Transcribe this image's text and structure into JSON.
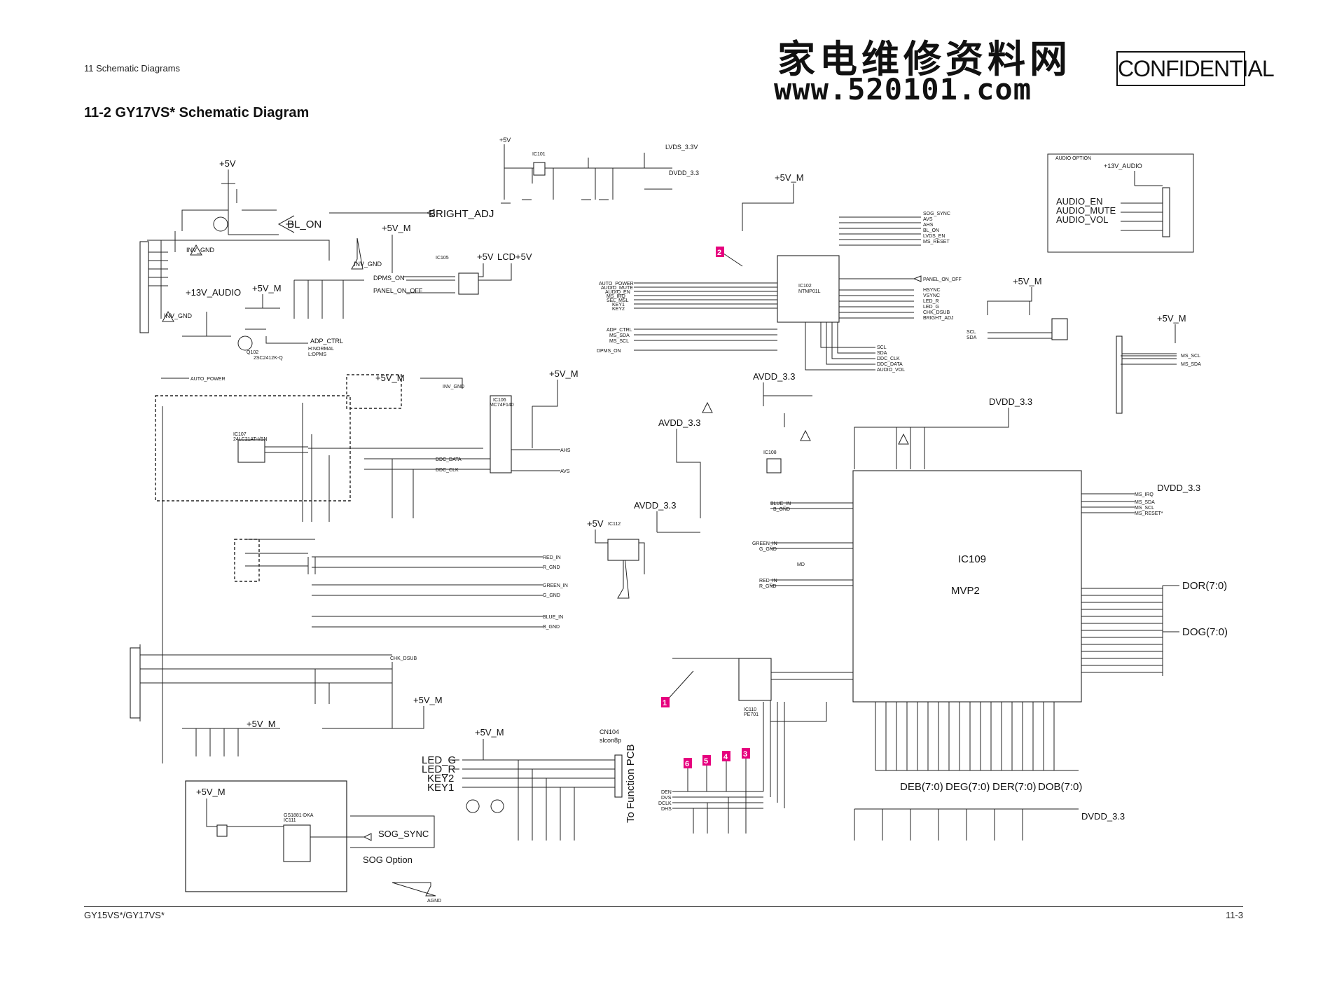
{
  "header": {
    "section": "11 Schematic Diagrams",
    "title": "11-2 GY17VS* Schematic Diagram",
    "watermark_cn": "家电维修资料网",
    "watermark_url": "www.520101.com",
    "confidential": "CONFIDENTIAL"
  },
  "footer": {
    "model": "GY15VS*/GY17VS*",
    "page": "11-3"
  },
  "power_rails": {
    "p5v_a": "+5V",
    "p5v_b": "+5V",
    "p5v_c": "+5V",
    "p5vm_a": "+5V_M",
    "p5vm_b": "+5V_M",
    "p5vm_c": "+5V_M",
    "p5vm_d": "+5V_M",
    "p5vm_e": "+5V_M",
    "p5vm_f": "+5V_M",
    "p5vm_g": "+5V_M",
    "p5vm_h": "+5V_M",
    "p5vm_i": "+5V_M",
    "p5vm_j": "+5V_M",
    "p5vm_k": "+5V_M",
    "p13v_a": "+13V_AUDIO",
    "p13v_b": "+13V_AUDIO",
    "lvds": "LVDS_3.3V",
    "dvdd_a": "DVDD_3.3",
    "dvdd_b": "DVDD_3.3",
    "dvdd_c": "DVDD_3.3",
    "dvdd_d": "DVDD_3.3",
    "avdd_a": "AVDD_3.3",
    "avdd_b": "AVDD_3.3",
    "avdd_c": "AVDD_3.3",
    "lcd5v": "LCD+5V"
  },
  "nets": {
    "bl_on": "BL_ON",
    "bright_adj": "BRIGHT_ADJ",
    "inv_gnd_a": "INV_GND",
    "inv_gnd_b": "INV_GND",
    "inv_gnd_c": "INV_GND",
    "inv_gnd_d": "INV_GND",
    "dpms_on": "DPMS_ON",
    "panel_on_off": "PANEL_ON_OFF",
    "adp_ctrl": "ADP_CTRL",
    "adp_hnormal": "H:NORMAL",
    "adp_ldpms": "L:DPMS",
    "auto_power": "AUTO_POWER",
    "ddc_data": "DDC_DATA",
    "ddc_clk": "DDC_CLK",
    "ahs": "AHS",
    "avs": "AVS",
    "red_in": "RED_IN",
    "r_gnd": "R_GND",
    "green_in": "GREEN_IN",
    "g_gnd": "G_GND",
    "blue_in": "BLUE_IN",
    "b_gnd": "B_GND",
    "chk_dsub": "CHK_DSUB",
    "sog_sync": "SOG_SYNC",
    "sog_option": "SOG Option",
    "agnd": "AGND",
    "led_g": "LED_G",
    "led_r": "LED_R",
    "key2": "KEY2",
    "key1": "KEY1",
    "to_function_pcb": "To Function PCB",
    "cn104": "CN104",
    "cn104_type": "slcon8p"
  },
  "mcu_left_signals": [
    "AUTO_POWER",
    "AUDIO_MUTE",
    "AUDIO_EN",
    "MS_IRQ",
    "SEL_MSL",
    "KEY1",
    "KEY2"
  ],
  "mcu_left_i2c": [
    "ADP_CTRL",
    "MS_SDA",
    "MS_SCL",
    "DPMS_ON"
  ],
  "mcu_right_top": [
    "SOG_SYNC",
    "AVS",
    "AHS",
    "BL_ON",
    "LVDS_EN",
    "MS_RESET"
  ],
  "mcu_right_mid": [
    "PANEL_ON_OFF"
  ],
  "mcu_right_bottom": [
    "HSYNC",
    "VSYNC",
    "LED_R",
    "LED_G",
    "CHK_DSUB",
    "BRIGHT_ADJ"
  ],
  "ddc_lines": [
    "SCL",
    "SDA",
    "DDC_CLK",
    "DDC_DATA"
  ],
  "audio_vol": "AUDIO_VOL",
  "audio_option": {
    "title": "AUDIO OPTION",
    "signals": [
      "AUDIO_EN",
      "AUDIO_MUTE",
      "AUDIO_VOL"
    ]
  },
  "ms_port": {
    "scl": "SCL",
    "sda": "SDA",
    "ms_scl": "MS_SCL",
    "ms_sda": "MS_SDA"
  },
  "mvp2": {
    "ref": "IC109",
    "name": "MVP2",
    "right_signals": [
      "MS_IRQ",
      "MS_SDA",
      "MS_SCL",
      "MS_RESET*"
    ],
    "buses_right": [
      "DOR(7:0)",
      "DOG(7:0)"
    ],
    "buses_bottom": [
      "DEB(7:0)",
      "DEG(7:0)",
      "DER(7:0)",
      "DOB(7:0)"
    ],
    "left_inputs": [
      "BLUE_IN",
      "B_GND",
      "GREEN_IN",
      "G_GND",
      "RED_IN",
      "R_GND"
    ],
    "pll_in": "MD",
    "pll_labels": [
      "IC110",
      "PE701"
    ]
  },
  "lvds_signals": [
    "DEN",
    "DVS",
    "DCLK",
    "DHS"
  ],
  "ic_labels": {
    "ic101": "IC101",
    "ic102": "IC102",
    "ic102_name": "NTMP01L",
    "ic105": "IC105",
    "ic106": "IC106",
    "ic106_name": "MC74F140",
    "ic107": "IC107",
    "ic107_name": "24LC21AT-I/SN",
    "ic108": "IC108",
    "ic111": "IC111",
    "ic111_name": "GS1881-DKA",
    "ic112": "IC112",
    "q102": "Q102",
    "q102_name": "2SC2412K-Q"
  },
  "markers": [
    "1",
    "2",
    "3",
    "4",
    "5",
    "6"
  ]
}
